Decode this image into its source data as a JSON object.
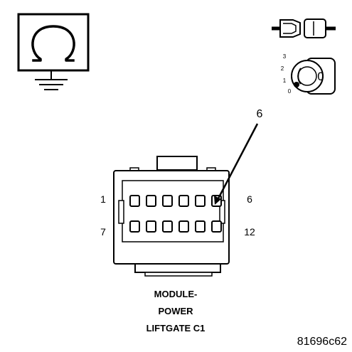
{
  "connector": {
    "pin_labels": {
      "top_left": "1",
      "top_right": "6",
      "bottom_left": "7",
      "bottom_right": "12"
    },
    "callout_pin": "6",
    "title_lines": [
      "MODULE-",
      "POWER",
      "LIFTGATE C1"
    ]
  },
  "ignition_switch": {
    "positions": [
      "3",
      "2",
      "1",
      "0"
    ],
    "key_label": "0"
  },
  "figure_id": "81696c62",
  "icons": [
    "ohmmeter-ground-icon",
    "disconnected-connector-icon",
    "ignition-key-off-icon"
  ],
  "colors": {
    "ink": "#000000",
    "paper": "#ffffff"
  }
}
